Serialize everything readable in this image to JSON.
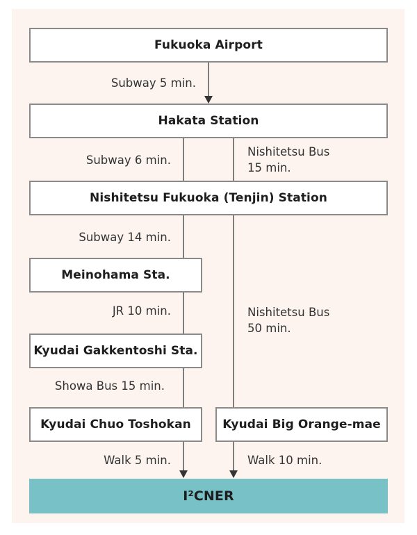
{
  "nodes": {
    "airport": "Fukuoka Airport",
    "hakata": "Hakata Station",
    "tenjin": "Nishitetsu Fukuoka (Tenjin) Station",
    "meinohama": "Meinohama Sta.",
    "gakkentoshi": "Kyudai Gakkentoshi Sta.",
    "chuo_toshokan": "Kyudai Chuo Toshokan",
    "big_orange": "Kyudai Big Orange-mae",
    "destination": "I²CNER"
  },
  "edges": {
    "airport_to_hakata": "Subway 5 min.",
    "hakata_to_tenjin_subway": "Subway 6 min.",
    "hakata_to_tenjin_bus_line1": "Nishitetsu Bus",
    "hakata_to_tenjin_bus_line2": "15 min.",
    "tenjin_to_meinohama": "Subway 14 min.",
    "meinohama_to_gakkentoshi": "JR 10 min.",
    "gakkentoshi_to_chuo": "Showa Bus 15 min.",
    "tenjin_to_big_orange_line1": "Nishitetsu Bus",
    "tenjin_to_big_orange_line2": "50 min.",
    "chuo_to_dest": "Walk 5 min.",
    "big_orange_to_dest": "Walk 10 min."
  },
  "colors": {
    "panel_bg": "#fdf4ef",
    "destination_bg": "#78c2c7",
    "box_border": "#8a8a8a",
    "line": "#7d7d7d"
  }
}
